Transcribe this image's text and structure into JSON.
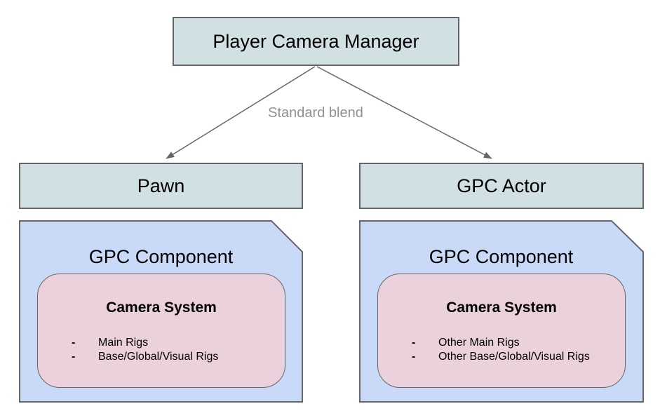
{
  "diagram": {
    "bullet_char": "-",
    "edge_label": "Standard blend",
    "nodes": {
      "manager": {
        "label": "Player Camera Manager"
      },
      "pawn": {
        "label": "Pawn"
      },
      "gpc_actor": {
        "label": "GPC Actor"
      }
    },
    "panels": [
      {
        "title": "GPC Component",
        "card": {
          "title": "Camera System",
          "items": [
            "Main Rigs",
            "Base/Global/Visual Rigs"
          ]
        }
      },
      {
        "title": "GPC Component",
        "card": {
          "title": "Camera System",
          "items": [
            "Other Main Rigs",
            "Other Base/Global/Visual Rigs"
          ]
        }
      }
    ],
    "colors": {
      "node_fill": "#d0e0e3",
      "panel_fill": "#c9daf8",
      "card_fill": "#ead1dc",
      "stroke": "#666666",
      "edge_label_color": "#919191",
      "text": "#000000",
      "background": "#ffffff"
    }
  }
}
